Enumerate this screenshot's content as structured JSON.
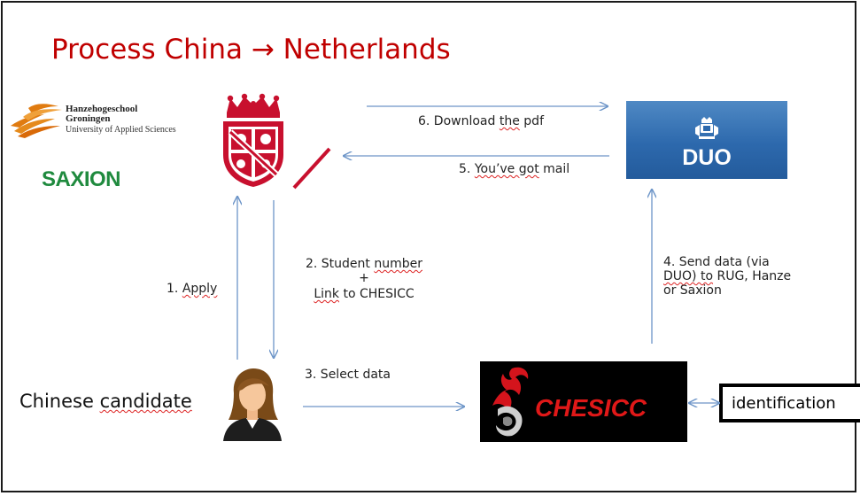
{
  "slide": {
    "title": "Process China → Netherlands"
  },
  "logos": {
    "hanze_line1": "Hanzehogeschool",
    "hanze_line2": "Groningen",
    "hanze_line3": "University of Applied Sciences",
    "saxion": "SAXION",
    "duo": "DUO",
    "chesicc": "CHESICC"
  },
  "steps": {
    "apply": {
      "number": "1. ",
      "text": "Apply"
    },
    "student_number": {
      "pre": "2. Student ",
      "squig": "number",
      "plus": "+",
      "link_squig": "Link",
      "link_rest": " to CHESICC"
    },
    "select_data": "3. Select data",
    "send_data": {
      "line1": "4. Send data (via",
      "line2_squig": "DUO) to",
      "line2_rest": " RUG, Hanze",
      "line3": "or Saxion"
    },
    "mail": {
      "pre": "5. ",
      "squig": "You’ve got",
      "post": " mail"
    },
    "download": {
      "pre": "6. Download ",
      "squig": "the",
      "post": " pdf"
    }
  },
  "actors": {
    "candidate_pre": "Chinese ",
    "candidate_squig": "candidate",
    "identification": "identification"
  },
  "colors": {
    "title": "#c00000",
    "arrow": "#6d95c8",
    "duo_blue": "#2d69ad",
    "saxion_green": "#1f8a3e",
    "chesicc_red": "#e01818",
    "rug_red": "#c8102e"
  }
}
